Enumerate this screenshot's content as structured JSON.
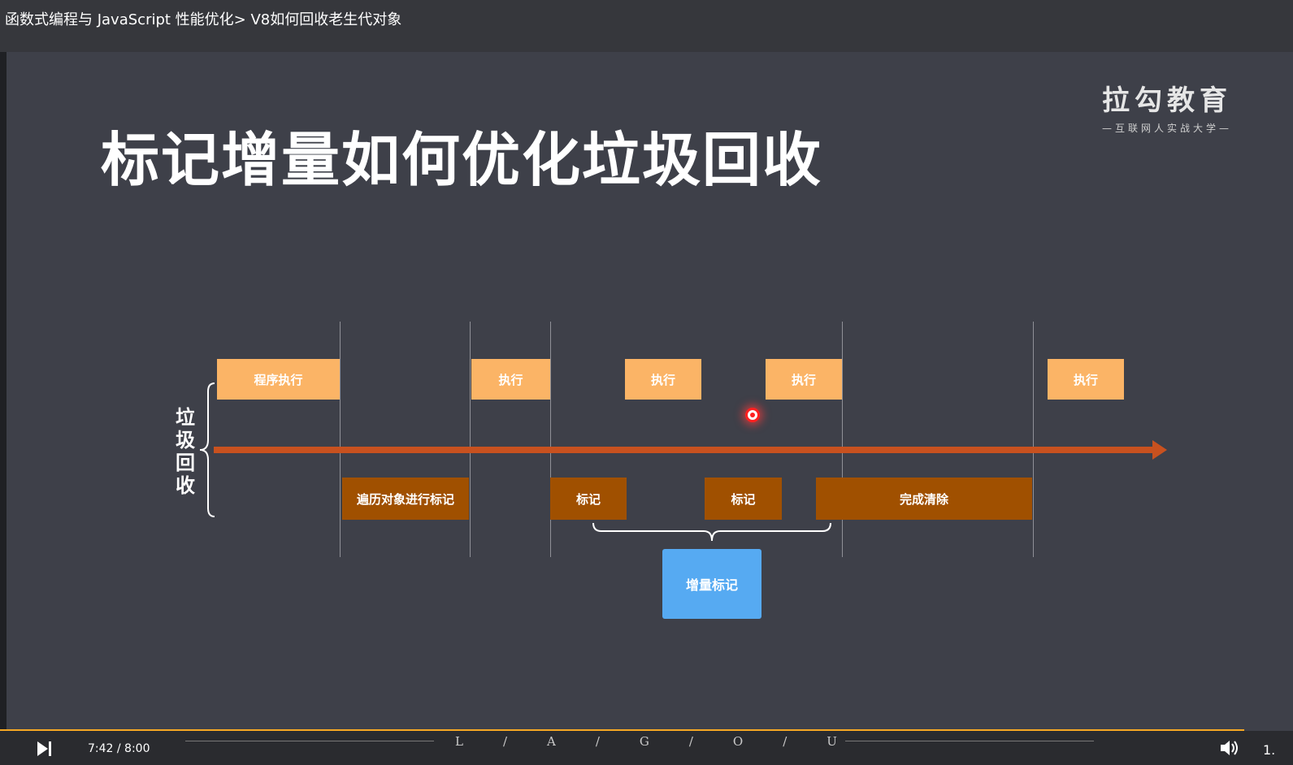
{
  "window": {
    "title": "函数式编程与 JavaScript 性能优化> V8如何回收老生代对象"
  },
  "slide": {
    "title": "标记增量如何优化垃圾回收",
    "logo_main": "拉勾教育",
    "logo_sub": "—互联网人实战大学—",
    "gc_label": [
      "垃",
      "圾",
      "回",
      "收"
    ],
    "exec_boxes": [
      "程序执行",
      "执行",
      "执行",
      "执行",
      "执行"
    ],
    "gc_boxes": [
      "遍历对象进行标记",
      "标记",
      "标记",
      "完成清除"
    ],
    "incremental_label": "增量标记",
    "colors": {
      "exec": "#fbb466",
      "gc": "#a05000",
      "incremental": "#56aaf2",
      "axis": "#c8511f"
    }
  },
  "player": {
    "time": "7:42 / 8:00",
    "progress": 0.9625,
    "brand_letters": [
      "L",
      "/",
      "A",
      "/",
      "G",
      "/",
      "O",
      "/",
      "U"
    ],
    "speed": "1.",
    "icons": [
      "play-next-icon",
      "volume-icon"
    ]
  }
}
